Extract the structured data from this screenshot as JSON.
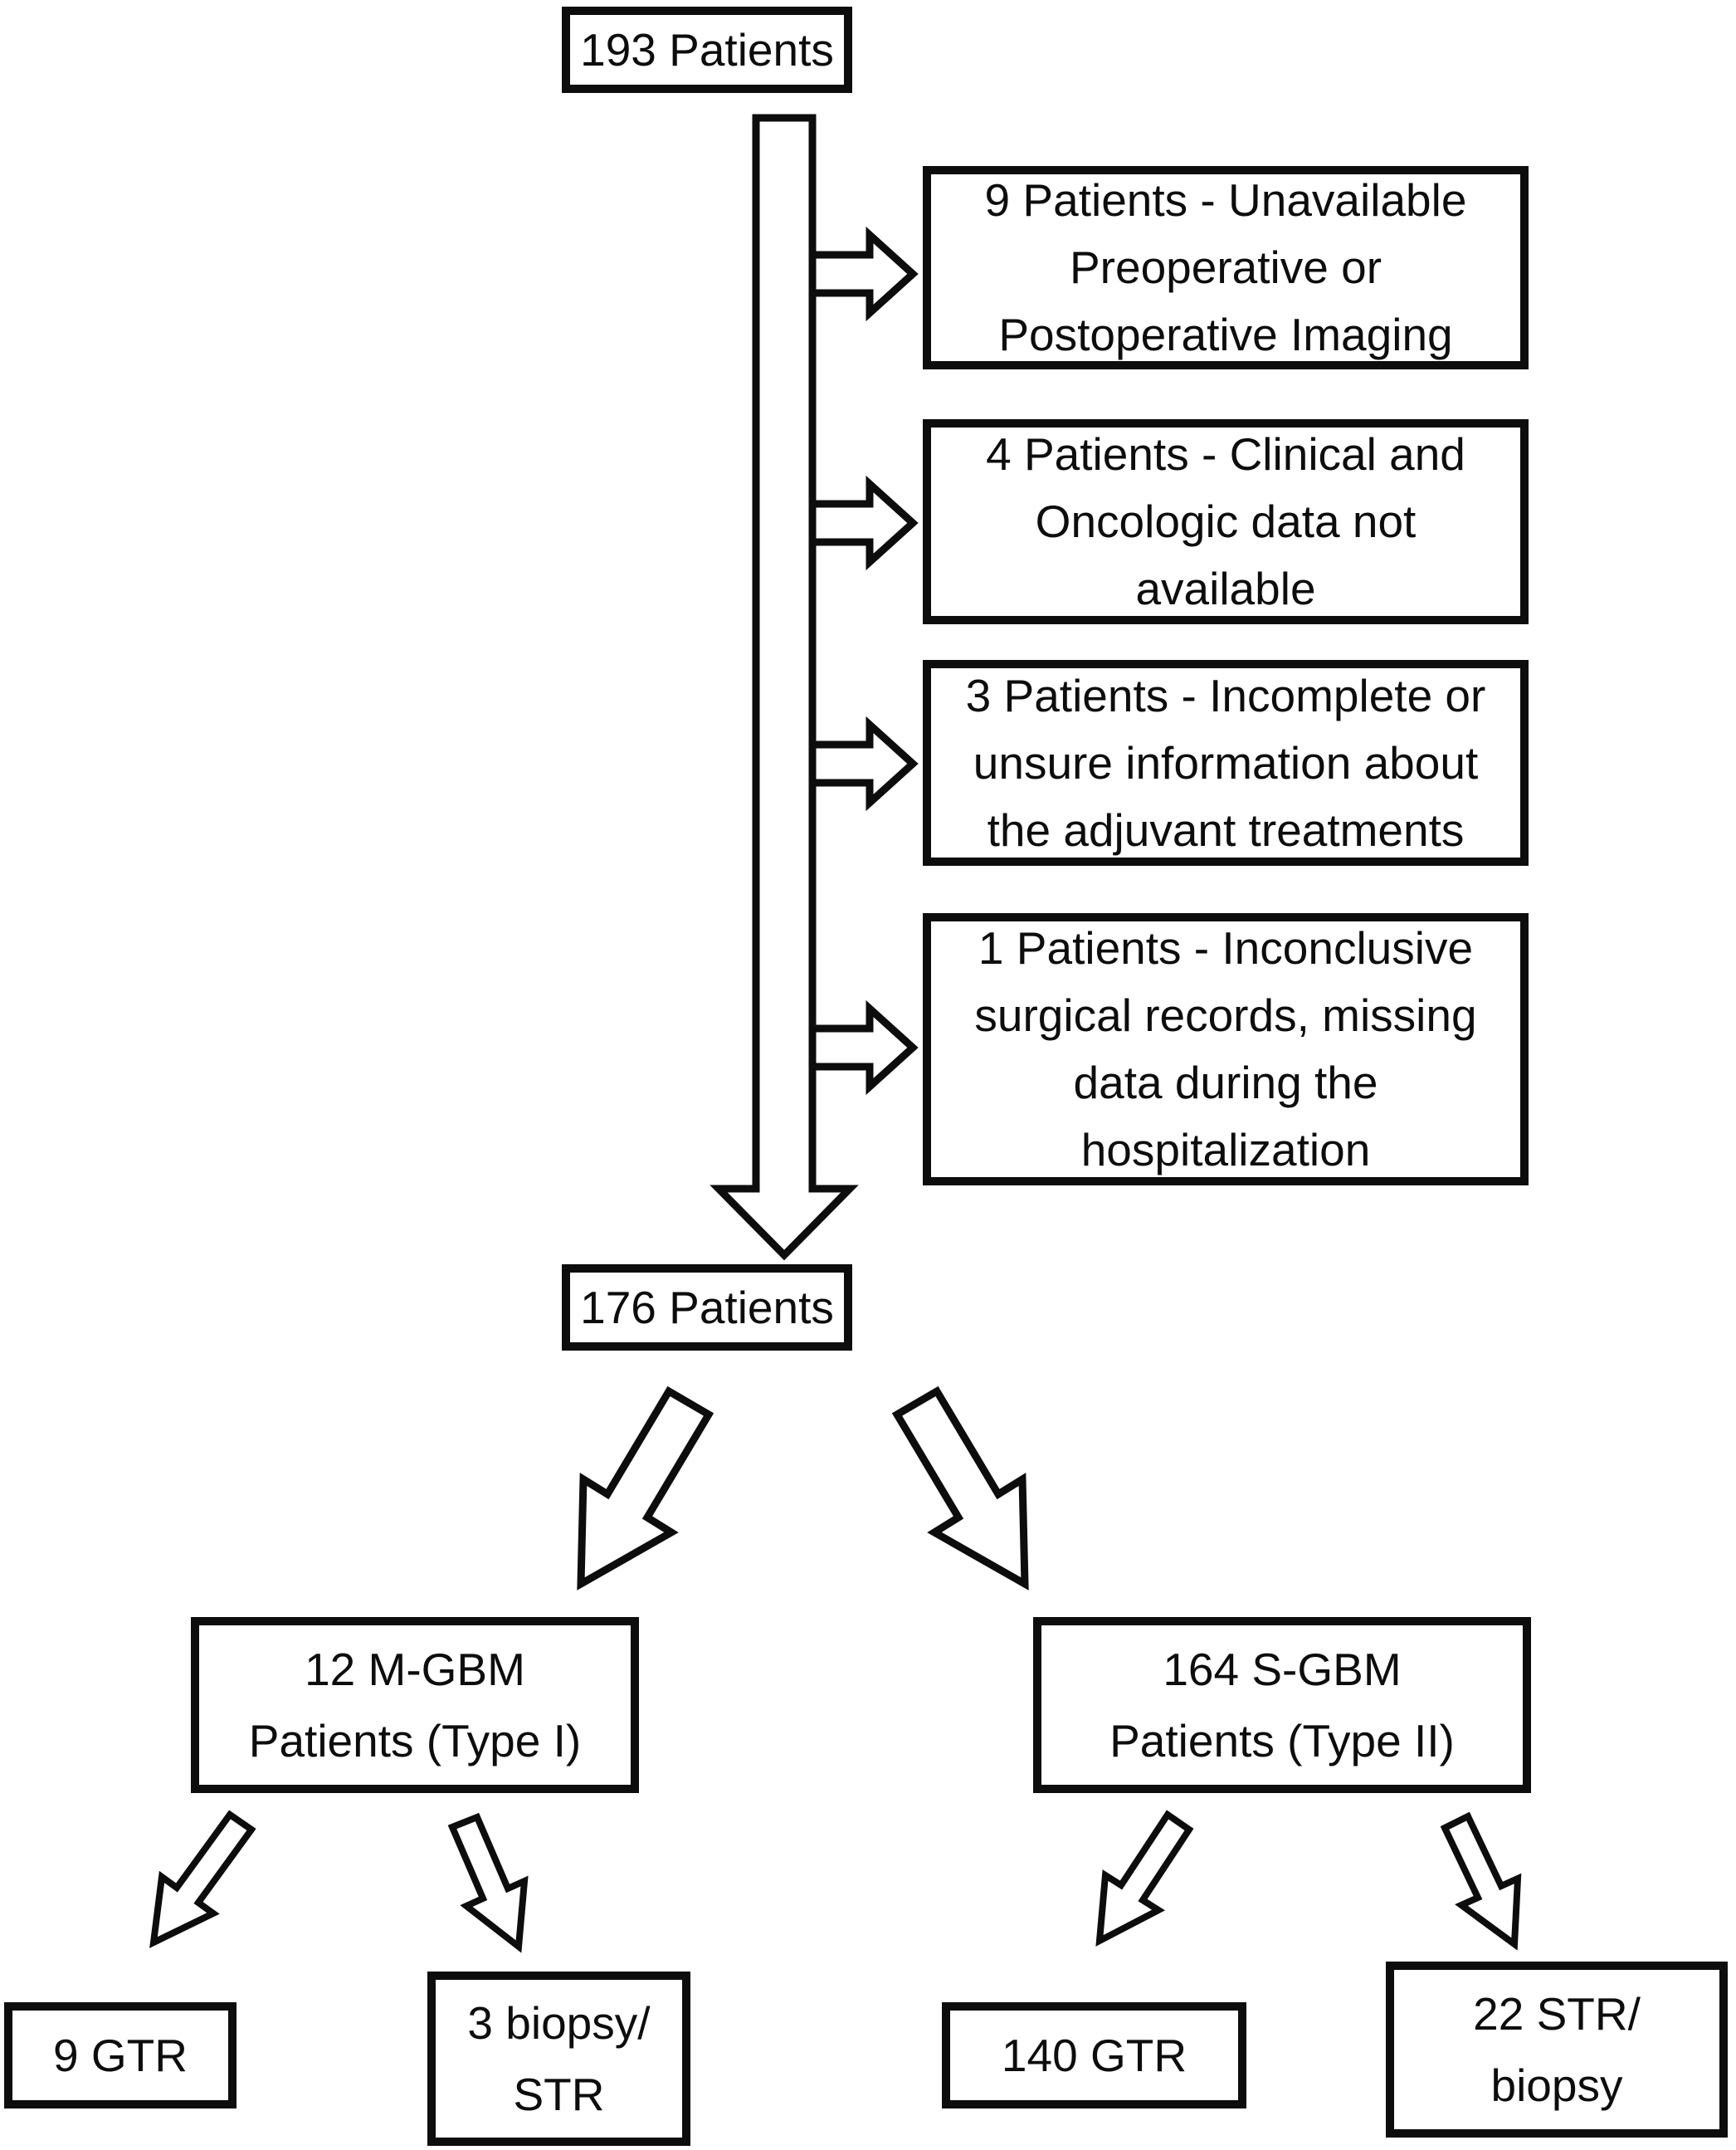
{
  "diagram": {
    "type": "flowchart",
    "description": "Patient selection flow diagram",
    "colors": {
      "background": "#ffffff",
      "line": "#0d0d0d",
      "box_fill": "#ffffff"
    },
    "nodes": {
      "total": {
        "lines": [
          "193 Patients"
        ]
      },
      "exclusion1": {
        "lines": [
          "9 Patients - Unavailable",
          "Preoperative or",
          "Postoperative Imaging"
        ]
      },
      "exclusion2": {
        "lines": [
          "4 Patients - Clinical and",
          "Oncologic data not",
          "available"
        ]
      },
      "exclusion3": {
        "lines": [
          "3 Patients - Incomplete or",
          "unsure information about",
          "the adjuvant treatments"
        ]
      },
      "exclusion4": {
        "lines": [
          "1 Patients - Inconclusive",
          "surgical records, missing",
          "data during the",
          "hospitalization"
        ]
      },
      "included": {
        "lines": [
          "176 Patients"
        ]
      },
      "mgbm": {
        "lines": [
          "12 M-GBM",
          "Patients (Type I)"
        ]
      },
      "sgbm": {
        "lines": [
          "164 S-GBM",
          "Patients (Type II)"
        ]
      },
      "mgbm_gtr": {
        "lines": [
          "9 GTR"
        ]
      },
      "mgbm_biopsy_str": {
        "lines": [
          "3 biopsy/",
          "STR"
        ]
      },
      "sgbm_gtr": {
        "lines": [
          "140 GTR"
        ]
      },
      "sgbm_str_biopsy": {
        "lines": [
          "22 STR/",
          "biopsy"
        ]
      }
    },
    "edges": [
      {
        "from": "total",
        "to": "included",
        "style": "large-vertical-block-arrow"
      },
      {
        "from": "total",
        "to": "exclusion1",
        "style": "right-block-arrow"
      },
      {
        "from": "total",
        "to": "exclusion2",
        "style": "right-block-arrow"
      },
      {
        "from": "total",
        "to": "exclusion3",
        "style": "right-block-arrow"
      },
      {
        "from": "total",
        "to": "exclusion4",
        "style": "right-block-arrow"
      },
      {
        "from": "included",
        "to": "mgbm",
        "style": "diagonal-block-arrow"
      },
      {
        "from": "included",
        "to": "sgbm",
        "style": "diagonal-block-arrow"
      },
      {
        "from": "mgbm",
        "to": "mgbm_gtr",
        "style": "small-diagonal-block-arrow"
      },
      {
        "from": "mgbm",
        "to": "mgbm_biopsy_str",
        "style": "small-diagonal-block-arrow"
      },
      {
        "from": "sgbm",
        "to": "sgbm_gtr",
        "style": "small-diagonal-block-arrow"
      },
      {
        "from": "sgbm",
        "to": "sgbm_str_biopsy",
        "style": "small-diagonal-block-arrow"
      }
    ]
  }
}
